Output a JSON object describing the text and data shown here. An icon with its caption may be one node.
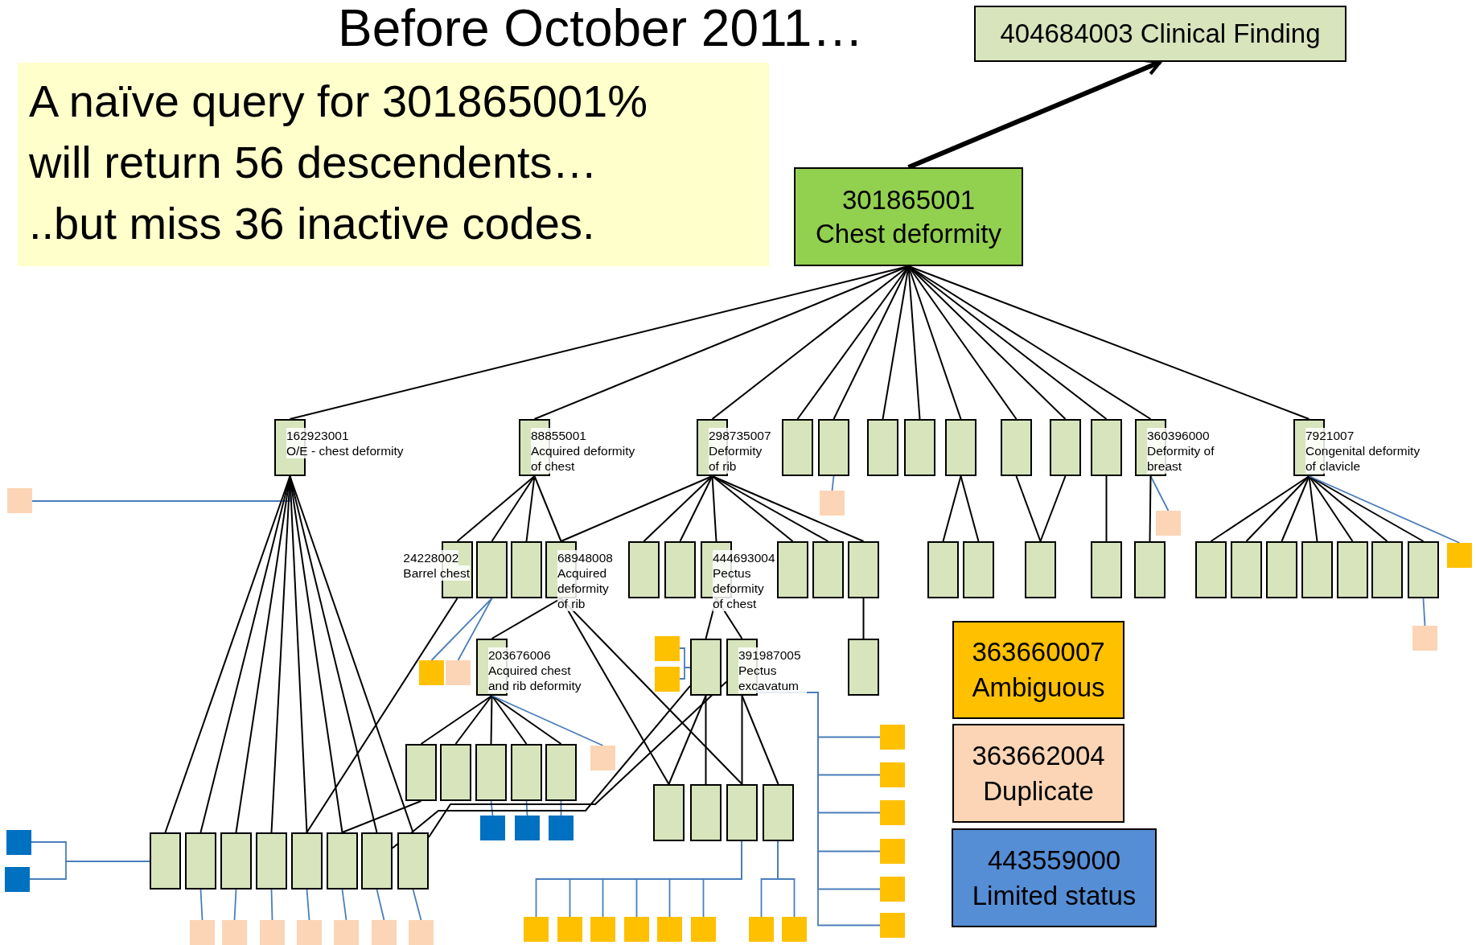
{
  "diagram": {
    "title": "Before October 2011…",
    "nodes": [
      {
        "text": [
          "A naïve query for 301865001% will return 56 descendents… ..but miss 36 inactive codes."
        ]
      },
      {
        "text": [
          "404684003 Clinical Finding"
        ]
      },
      {
        "text": [
          "301865001 Chest deformity"
        ]
      },
      {
        "text": [
          "162923001",
          "O/E - chest deformity"
        ]
      },
      {
        "text": [
          "88855001",
          "Acquired deformity of chest"
        ]
      },
      {
        "text": [
          "298735007",
          "Deformity of rib"
        ]
      },
      {
        "text": [],
        "shape": "box"
      },
      {
        "text": [],
        "shape": "box"
      },
      {
        "text": [],
        "shape": "box"
      },
      {
        "text": [],
        "shape": "box"
      },
      {
        "text": [],
        "shape": "box"
      },
      {
        "text": [],
        "shape": "box"
      },
      {
        "text": [],
        "shape": "box"
      },
      {
        "text": [],
        "shape": "box"
      },
      {
        "text": [
          "360396000",
          "Deformity of breast"
        ]
      },
      {
        "text": [
          "7921007",
          "Congenital deformity of clavicle"
        ]
      },
      {
        "text": [],
        "shape": "box"
      },
      {
        "text": [],
        "shape": "box"
      },
      {
        "text": [],
        "shape": "box"
      },
      {
        "text": [
          "24228002",
          "Barrel chest"
        ]
      },
      {
        "text": [],
        "shape": "box"
      },
      {
        "text": [],
        "shape": "box"
      },
      {
        "text": [
          "68948008",
          "Acquired deformity of rib"
        ]
      },
      {
        "text": [],
        "shape": "box"
      },
      {
        "text": [],
        "shape": "box"
      },
      {
        "text": [
          "444693004",
          "Pectus deformity of chest"
        ]
      },
      {
        "text": [],
        "shape": "box"
      },
      {
        "text": [],
        "shape": "box"
      },
      {
        "text": [],
        "shape": "box"
      },
      {
        "text": [],
        "shape": "box"
      },
      {
        "text": [],
        "shape": "box"
      },
      {
        "text": [],
        "shape": "box"
      },
      {
        "text": [],
        "shape": "box"
      },
      {
        "text": [],
        "shape": "box"
      },
      {
        "text": [],
        "shape": "box"
      },
      {
        "text": [],
        "shape": "box"
      },
      {
        "text": [],
        "shape": "box"
      },
      {
        "text": [],
        "shape": "box"
      },
      {
        "text": [],
        "shape": "box"
      },
      {
        "text": [],
        "shape": "box"
      },
      {
        "text": [],
        "shape": "box"
      },
      {
        "text": [],
        "shape": "box"
      },
      {
        "text": [],
        "shape": "box"
      },
      {
        "text": [],
        "shape": "box"
      },
      {
        "text": [],
        "shape": "box"
      },
      {
        "text": [],
        "shape": "box"
      },
      {
        "text": [],
        "shape": "box"
      },
      {
        "text": [
          "203676006",
          "Acquired chest and rib deformity"
        ]
      },
      {
        "text": [],
        "shape": "box"
      },
      {
        "text": [
          "391987005",
          "Pectus excavatum"
        ]
      },
      {
        "text": [],
        "shape": "box"
      },
      {
        "text": [],
        "shape": "box"
      },
      {
        "text": [],
        "shape": "box"
      },
      {
        "text": [],
        "shape": "box"
      },
      {
        "text": [],
        "shape": "box"
      },
      {
        "text": [],
        "shape": "box"
      },
      {
        "text": [],
        "shape": "box"
      },
      {
        "text": [],
        "shape": "box"
      },
      {
        "text": [],
        "shape": "box"
      },
      {
        "text": [],
        "shape": "box"
      },
      {
        "text": [],
        "shape": "box"
      },
      {
        "text": [],
        "shape": "box"
      },
      {
        "text": [],
        "shape": "box"
      },
      {
        "text": [],
        "shape": "box"
      },
      {
        "text": [],
        "shape": "box"
      },
      {
        "text": [],
        "shape": "box"
      },
      {
        "text": [],
        "shape": "box"
      },
      {
        "text": [],
        "shape": "box"
      },
      {
        "text": [],
        "shape": "box"
      },
      {
        "text": [],
        "shape": "box"
      },
      {
        "text": [],
        "shape": "box"
      },
      {
        "text": [],
        "shape": "box"
      },
      {
        "text": [],
        "shape": "box"
      },
      {
        "text": [],
        "shape": "box"
      },
      {
        "text": [],
        "shape": "box"
      },
      {
        "text": [],
        "shape": "box"
      },
      {
        "text": [],
        "shape": "box"
      },
      {
        "text": [],
        "shape": "box"
      },
      {
        "text": [],
        "shape": "box"
      },
      {
        "text": [],
        "shape": "box"
      },
      {
        "text": [],
        "shape": "box"
      },
      {
        "text": [],
        "shape": "box"
      },
      {
        "text": [],
        "shape": "box"
      },
      {
        "text": [],
        "shape": "box"
      },
      {
        "text": [],
        "shape": "box"
      },
      {
        "text": [],
        "shape": "box"
      },
      {
        "text": [],
        "shape": "box"
      },
      {
        "text": [],
        "shape": "box"
      },
      {
        "text": [],
        "shape": "box"
      },
      {
        "text": [],
        "shape": "box"
      },
      {
        "text": [],
        "shape": "box"
      },
      {
        "text": [],
        "shape": "box"
      },
      {
        "text": [],
        "shape": "box"
      },
      {
        "text": [],
        "shape": "box"
      },
      {
        "text": [],
        "shape": "box"
      }
    ],
    "edges": [
      {
        "from": 2,
        "to": 1,
        "arrow": "to",
        "style": "thick"
      },
      {
        "from": 2,
        "to": 3,
        "arrow": "none"
      },
      {
        "from": 2,
        "to": 4,
        "arrow": "none"
      },
      {
        "from": 2,
        "to": 5,
        "arrow": "none"
      },
      {
        "from": 2,
        "to": 6,
        "arrow": "none"
      },
      {
        "from": 2,
        "to": 7,
        "arrow": "none"
      },
      {
        "from": 2,
        "to": 8,
        "arrow": "none"
      },
      {
        "from": 2,
        "to": 9,
        "arrow": "none"
      },
      {
        "from": 2,
        "to": 10,
        "arrow": "none"
      },
      {
        "from": 2,
        "to": 11,
        "arrow": "none"
      },
      {
        "from": 2,
        "to": 12,
        "arrow": "none"
      },
      {
        "from": 2,
        "to": 13,
        "arrow": "none"
      },
      {
        "from": 2,
        "to": 14,
        "arrow": "none"
      },
      {
        "from": 2,
        "to": 15,
        "arrow": "none"
      },
      {
        "from": 3,
        "to": 16,
        "arrow": "none",
        "color": "#4a7ebb"
      },
      {
        "from": 7,
        "to": 17,
        "arrow": "none",
        "color": "#4a7ebb"
      },
      {
        "from": 14,
        "to": 18,
        "arrow": "none",
        "color": "#4a7ebb"
      },
      {
        "from": 4,
        "to": 19,
        "arrow": "none"
      },
      {
        "from": 4,
        "to": 20,
        "arrow": "none"
      },
      {
        "from": 4,
        "to": 21,
        "arrow": "none"
      },
      {
        "from": 4,
        "to": 22,
        "arrow": "none"
      },
      {
        "from": 5,
        "to": 22,
        "arrow": "none"
      },
      {
        "from": 5,
        "to": 23,
        "arrow": "none"
      },
      {
        "from": 5,
        "to": 24,
        "arrow": "none"
      },
      {
        "from": 5,
        "to": 25,
        "arrow": "none"
      },
      {
        "from": 5,
        "to": 26,
        "arrow": "none"
      },
      {
        "from": 5,
        "to": 27,
        "arrow": "none"
      },
      {
        "from": 5,
        "to": 28,
        "arrow": "none"
      },
      {
        "from": 10,
        "to": 29,
        "arrow": "none"
      },
      {
        "from": 10,
        "to": 30,
        "arrow": "none"
      },
      {
        "from": 11,
        "to": 31,
        "arrow": "none"
      },
      {
        "from": 12,
        "to": 31,
        "arrow": "none"
      },
      {
        "from": 13,
        "to": 32,
        "arrow": "none"
      },
      {
        "from": 14,
        "to": 33,
        "arrow": "none"
      },
      {
        "from": 15,
        "to": 34,
        "arrow": "none"
      },
      {
        "from": 15,
        "to": 35,
        "arrow": "none"
      },
      {
        "from": 15,
        "to": 36,
        "arrow": "none"
      },
      {
        "from": 15,
        "to": 37,
        "arrow": "none"
      },
      {
        "from": 15,
        "to": 38,
        "arrow": "none"
      },
      {
        "from": 15,
        "to": 39,
        "arrow": "none"
      },
      {
        "from": 15,
        "to": 40,
        "arrow": "none"
      },
      {
        "from": 15,
        "to": 41,
        "arrow": "none",
        "color": "#4a7ebb"
      },
      {
        "from": 40,
        "to": 42,
        "arrow": "none",
        "color": "#4a7ebb"
      },
      {
        "from": 48,
        "to": 43,
        "arrow": "none",
        "color": "#4a7ebb"
      },
      {
        "from": 48,
        "to": 44,
        "arrow": "none",
        "color": "#4a7ebb"
      },
      {
        "from": 20,
        "to": 45,
        "arrow": "none",
        "color": "#4a7ebb"
      },
      {
        "from": 20,
        "to": 46,
        "arrow": "none",
        "color": "#4a7ebb"
      },
      {
        "from": 22,
        "to": 47,
        "arrow": "none"
      },
      {
        "from": 25,
        "to": 48,
        "arrow": "none"
      },
      {
        "from": 25,
        "to": 49,
        "arrow": "none"
      },
      {
        "from": 28,
        "to": 50,
        "arrow": "none"
      },
      {
        "from": 47,
        "to": 51,
        "arrow": "none"
      },
      {
        "from": 47,
        "to": 52,
        "arrow": "none"
      },
      {
        "from": 47,
        "to": 53,
        "arrow": "none"
      },
      {
        "from": 47,
        "to": 54,
        "arrow": "none"
      },
      {
        "from": 47,
        "to": 55,
        "arrow": "none"
      },
      {
        "from": 47,
        "to": 56,
        "arrow": "none",
        "color": "#4a7ebb"
      },
      {
        "from": 49,
        "to": 57,
        "arrow": "none",
        "color": "#4a7ebb"
      },
      {
        "from": 49,
        "to": 58,
        "arrow": "none",
        "color": "#4a7ebb"
      },
      {
        "from": 49,
        "to": 59,
        "arrow": "none",
        "color": "#4a7ebb"
      },
      {
        "from": 49,
        "to": 60,
        "arrow": "none",
        "color": "#4a7ebb"
      },
      {
        "from": 49,
        "to": 61,
        "arrow": "none",
        "color": "#4a7ebb"
      },
      {
        "from": 49,
        "to": 62,
        "arrow": "none",
        "color": "#4a7ebb"
      },
      {
        "from": 22,
        "to": 63,
        "arrow": "none"
      },
      {
        "from": 22,
        "to": 65,
        "arrow": "none"
      },
      {
        "from": 48,
        "to": 63,
        "arrow": "none"
      },
      {
        "from": 48,
        "to": 64,
        "arrow": "none"
      },
      {
        "from": 49,
        "to": 65,
        "arrow": "none"
      },
      {
        "from": 49,
        "to": 66,
        "arrow": "none"
      },
      {
        "from": 53,
        "to": 67,
        "arrow": "none",
        "color": "#4a7ebb"
      },
      {
        "from": 54,
        "to": 68,
        "arrow": "none",
        "color": "#4a7ebb"
      },
      {
        "from": 55,
        "to": 69,
        "arrow": "none",
        "color": "#4a7ebb"
      },
      {
        "from": 72,
        "to": 70,
        "arrow": "none",
        "color": "#4a7ebb"
      },
      {
        "from": 72,
        "to": 71,
        "arrow": "none",
        "color": "#4a7ebb"
      },
      {
        "from": 3,
        "to": 72,
        "arrow": "none"
      },
      {
        "from": 3,
        "to": 73,
        "arrow": "none"
      },
      {
        "from": 3,
        "to": 74,
        "arrow": "none"
      },
      {
        "from": 3,
        "to": 75,
        "arrow": "none"
      },
      {
        "from": 3,
        "to": 76,
        "arrow": "none"
      },
      {
        "from": 3,
        "to": 77,
        "arrow": "none"
      },
      {
        "from": 3,
        "to": 78,
        "arrow": "none"
      },
      {
        "from": 3,
        "to": 79,
        "arrow": "none"
      },
      {
        "from": 19,
        "to": 76,
        "arrow": "none"
      },
      {
        "from": 51,
        "to": 77,
        "arrow": "none"
      },
      {
        "from": 48,
        "to": 78,
        "arrow": "none"
      },
      {
        "from": 49,
        "to": 79,
        "arrow": "none"
      },
      {
        "from": 73,
        "to": 80,
        "arrow": "none",
        "color": "#4a7ebb"
      },
      {
        "from": 74,
        "to": 81,
        "arrow": "none",
        "color": "#4a7ebb"
      },
      {
        "from": 75,
        "to": 82,
        "arrow": "none",
        "color": "#4a7ebb"
      },
      {
        "from": 76,
        "to": 83,
        "arrow": "none",
        "color": "#4a7ebb"
      },
      {
        "from": 77,
        "to": 84,
        "arrow": "none",
        "color": "#4a7ebb"
      },
      {
        "from": 78,
        "to": 85,
        "arrow": "none",
        "color": "#4a7ebb"
      },
      {
        "from": 79,
        "to": 86,
        "arrow": "none",
        "color": "#4a7ebb"
      },
      {
        "from": 65,
        "to": 87,
        "arrow": "none",
        "color": "#4a7ebb"
      },
      {
        "from": 65,
        "to": 88,
        "arrow": "none",
        "color": "#4a7ebb"
      },
      {
        "from": 65,
        "to": 89,
        "arrow": "none",
        "color": "#4a7ebb"
      },
      {
        "from": 65,
        "to": 90,
        "arrow": "none",
        "color": "#4a7ebb"
      },
      {
        "from": 65,
        "to": 91,
        "arrow": "none",
        "color": "#4a7ebb"
      },
      {
        "from": 65,
        "to": 92,
        "arrow": "none",
        "color": "#4a7ebb"
      },
      {
        "from": 66,
        "to": 93,
        "arrow": "none",
        "color": "#4a7ebb"
      },
      {
        "from": 66,
        "to": 94,
        "arrow": "none",
        "color": "#4a7ebb"
      }
    ],
    "legend": [
      {
        "text": "363660007 Ambiguous",
        "color": "#ffc000"
      },
      {
        "text": "363662004 Duplicate",
        "color": "#fbd5b5"
      },
      {
        "text": "443559000 Limited status",
        "color": "#558ed5"
      }
    ]
  }
}
